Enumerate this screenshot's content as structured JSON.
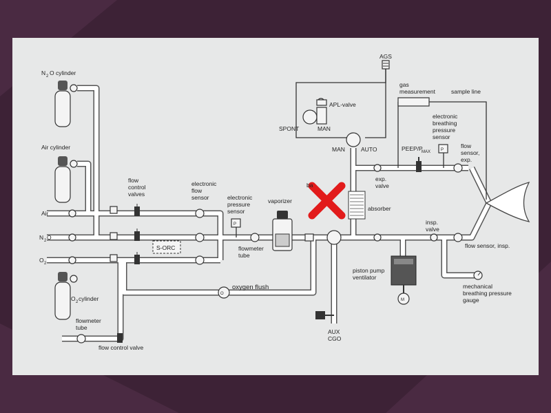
{
  "labels": {
    "n2o_cylinder_a": "N",
    "n2o_cylinder_b": "2",
    "n2o_cylinder_c": "O cylinder",
    "air_cylinder": "Air cylinder",
    "air_inlet": "Air",
    "n2o_inlet_a": "N",
    "n2o_inlet_b": "2",
    "n2o_inlet_c": "O",
    "o2_inlet_a": "O",
    "o2_inlet_b": "2",
    "o2_cylinder_a": "O",
    "o2_cylinder_b": "2",
    "o2_cylinder_c": " cylinder",
    "flow_control_valves": [
      "flow",
      "control",
      "valves"
    ],
    "electronic_flow_sensor": [
      "electronic",
      "flow",
      "sensor"
    ],
    "electronic_pressure_sensor": [
      "electronic",
      "pressure",
      "sensor"
    ],
    "vaporizer": "vaporizer",
    "flowmeter_tube_mid": [
      "flowmeter",
      "tube"
    ],
    "s_orc": "S-ORC",
    "oxygen_flush": "oxygen  flush",
    "flowmeter_tube_low": [
      "flowmeter",
      "tube"
    ],
    "flow_control_valve": "flow control valve",
    "aux_cgo": [
      "AUX",
      "CGO"
    ],
    "ags": "AGS",
    "apl_valve": "APL-valve",
    "spont": "SPONT",
    "man_top": "MAN",
    "man_bottom": "MAN",
    "auto": "AUTO",
    "gas_measurement": [
      "gas",
      "measurement"
    ],
    "sample_line": "sample line",
    "electronic_breathing_pressure_sensor": [
      "electronic",
      "breathing",
      "pressure",
      "sensor"
    ],
    "peep_a": "PEEP/P",
    "peep_b": "MAX",
    "flow_sensor_exp": [
      "flow",
      "sensor,",
      "exp."
    ],
    "exp_valve": [
      "exp.",
      "valve"
    ],
    "bag_partial": "ba",
    "absorber": "absorber",
    "insp_valve": [
      "insp.",
      "valve"
    ],
    "flow_sensor_insp": "flow sensor, insp.",
    "piston_pump_ventilator": [
      "piston pump",
      "ventilator"
    ],
    "mechanical_breathing_pressure_gauge": [
      "mechanical",
      "breathing pressure",
      "gauge"
    ],
    "pressure_symbol": "P",
    "motor_symbol": "M",
    "o2_flush_symbol": "O"
  },
  "colors": {
    "background": "#3d2236",
    "slide": "#e7e8e8",
    "pipe": "#ffffff",
    "pipe_outline": "#555555",
    "cross_mark": "#e21b1b"
  },
  "icons": {
    "cross_mark": "red-x-icon",
    "lungs": "lung-icon"
  }
}
